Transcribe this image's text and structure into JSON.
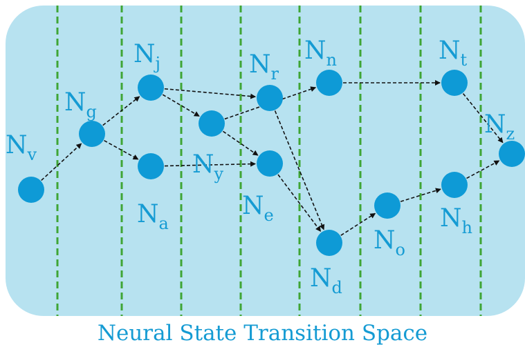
{
  "caption": "Neural State Transition Space",
  "colors": {
    "background_panel": "#b7e2f0",
    "node_fill": "#0e9ad6",
    "label": "#159bd3",
    "divider": "#3fa535",
    "edge": "#111111"
  },
  "nodes": [
    {
      "id": "v",
      "base": "N",
      "sub": "v"
    },
    {
      "id": "g",
      "base": "N",
      "sub": "g"
    },
    {
      "id": "j",
      "base": "N",
      "sub": "j"
    },
    {
      "id": "a",
      "base": "N",
      "sub": "a"
    },
    {
      "id": "y",
      "base": "N",
      "sub": "y"
    },
    {
      "id": "r",
      "base": "N",
      "sub": "r"
    },
    {
      "id": "e",
      "base": "N",
      "sub": "e"
    },
    {
      "id": "n",
      "base": "N",
      "sub": "n"
    },
    {
      "id": "d",
      "base": "N",
      "sub": "d"
    },
    {
      "id": "o",
      "base": "N",
      "sub": "o"
    },
    {
      "id": "t",
      "base": "N",
      "sub": "t"
    },
    {
      "id": "h",
      "base": "N",
      "sub": "h"
    },
    {
      "id": "z",
      "base": "N",
      "sub": "z"
    }
  ],
  "edges": [
    [
      "v",
      "g"
    ],
    [
      "g",
      "j"
    ],
    [
      "g",
      "a"
    ],
    [
      "j",
      "r"
    ],
    [
      "j",
      "y"
    ],
    [
      "a",
      "e"
    ],
    [
      "y",
      "n"
    ],
    [
      "y",
      "e"
    ],
    [
      "r",
      "d"
    ],
    [
      "e",
      "d"
    ],
    [
      "n",
      "t"
    ],
    [
      "d",
      "o"
    ],
    [
      "o",
      "h"
    ],
    [
      "t",
      "z"
    ],
    [
      "h",
      "z"
    ]
  ]
}
